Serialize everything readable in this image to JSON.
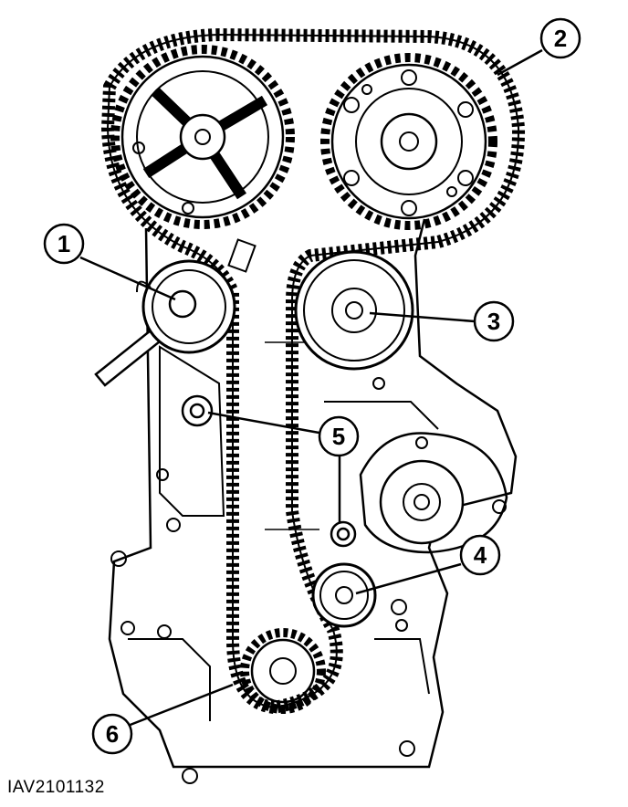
{
  "figure": {
    "id_label": "IAV2101132"
  },
  "colors": {
    "ink": "#000000",
    "paper": "#ffffff"
  },
  "callouts": [
    {
      "number": "1"
    },
    {
      "number": "2"
    },
    {
      "number": "3"
    },
    {
      "number": "4"
    },
    {
      "number": "5"
    },
    {
      "number": "6"
    }
  ]
}
